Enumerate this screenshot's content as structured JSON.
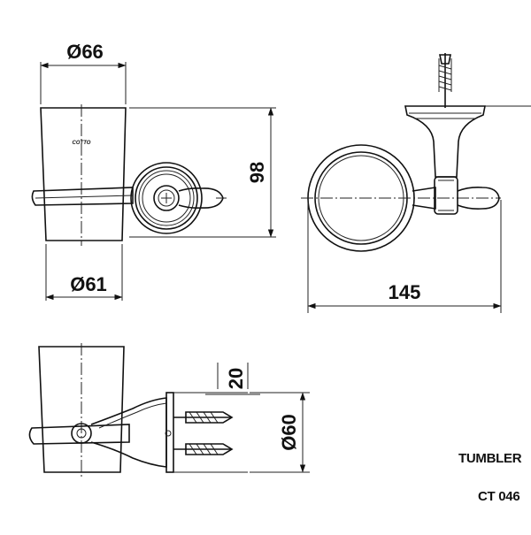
{
  "dimensions": {
    "top_diameter": "Ø66",
    "height": "98",
    "base_diameter": "Ø61",
    "projection": "145",
    "wall_offset": "20",
    "mount_diameter": "Ø60"
  },
  "brand_mark": "COTTO",
  "product": {
    "name": "TUMBLER",
    "code": "CT 046"
  }
}
